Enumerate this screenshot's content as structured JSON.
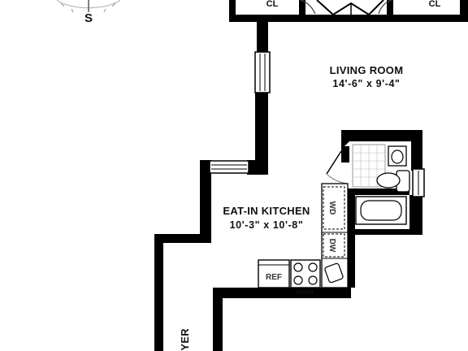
{
  "compass": {
    "south_label": "S"
  },
  "rooms": {
    "living_room": {
      "name": "LIVING ROOM",
      "dims": "14'-6\" x 9'-4\""
    },
    "kitchen": {
      "name": "EAT-IN KITCHEN",
      "dims": "10'-3\" x 10'-8\""
    },
    "foyer": {
      "name": "FOYER"
    }
  },
  "closets": {
    "left": "CL",
    "right": "CL"
  },
  "appliances": {
    "washer_dryer": "WD",
    "dishwasher": "DW",
    "refrigerator": "REF",
    "oven": "OVEN"
  }
}
